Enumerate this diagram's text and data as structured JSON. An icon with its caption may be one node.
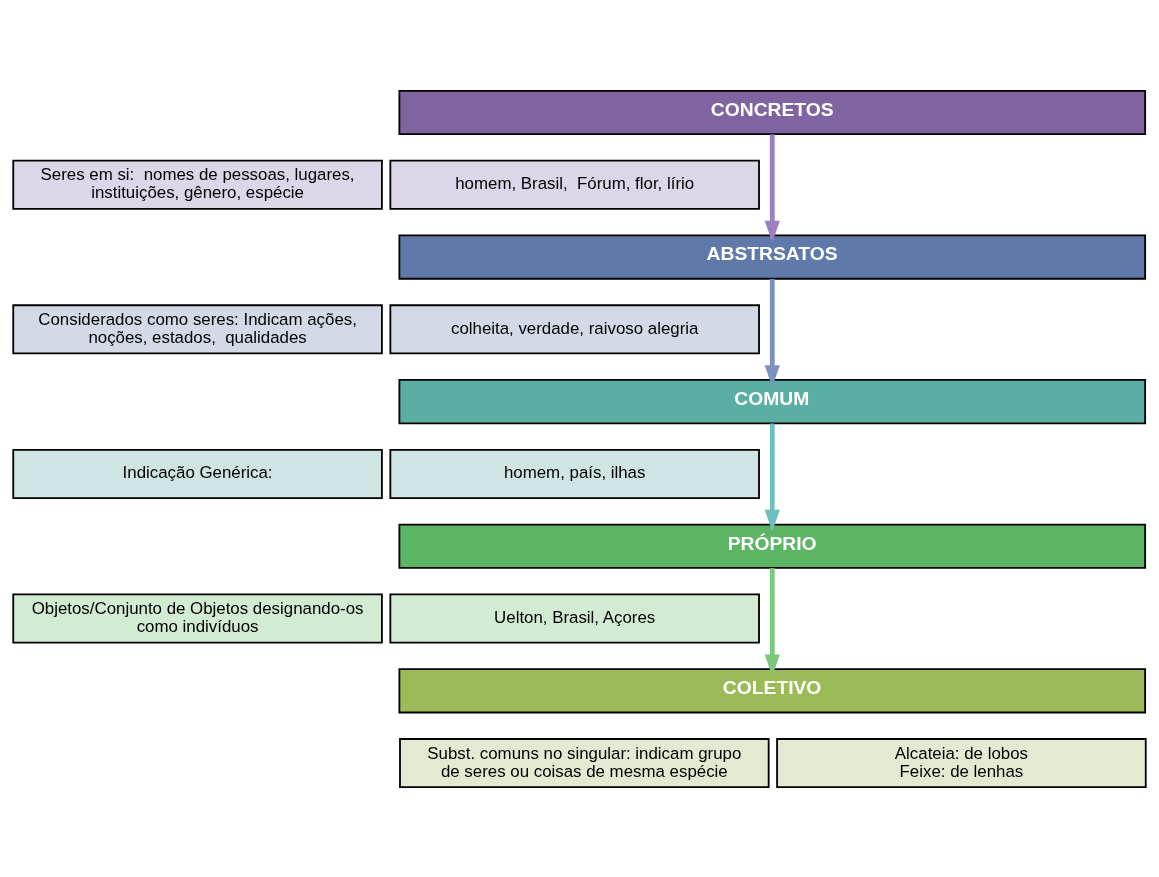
{
  "diagram": {
    "nodes": [
      {
        "text": [
          "CONCRETOS"
        ]
      },
      {
        "text": [
          "Seres em si:  nomes de pessoas, lugares, instituições, gênero, espécie"
        ]
      },
      {
        "text": [
          "homem, Brasil,  Fórum, flor, lírio"
        ]
      },
      {
        "text": [
          "ABSTRSATOS"
        ]
      },
      {
        "text": [
          "Considerados como seres: Indicam ações, noções, estados,  qualidades"
        ]
      },
      {
        "text": [
          "colheita, verdade, raivoso alegria"
        ]
      },
      {
        "text": [
          "COMUM"
        ]
      },
      {
        "text": [
          "Indicação Genérica:"
        ]
      },
      {
        "text": [
          "homem, país, ilhas"
        ]
      },
      {
        "text": [
          "PRÓPRIO"
        ]
      },
      {
        "text": [
          "Objetos/Conjunto de Objetos designando-os como indivíduos"
        ]
      },
      {
        "text": [
          "Uelton, Brasil, Açores"
        ]
      },
      {
        "text": [
          "COLETIVO"
        ]
      },
      {
        "text": [
          "Subst. comuns no singular: indicam grupo de seres ou coisas de mesma espécie"
        ]
      },
      {
        "text": [
          "Alcateia: de lobos",
          "Feixe: de lenhas"
        ]
      }
    ],
    "edges": [
      {
        "from": 0,
        "to": 3,
        "arrow": "to",
        "color": "#9b7fc0"
      },
      {
        "from": 3,
        "to": 6,
        "arrow": "to",
        "color": "#7b92c0"
      },
      {
        "from": 6,
        "to": 9,
        "arrow": "to",
        "color": "#6cc0c0"
      },
      {
        "from": 9,
        "to": 12,
        "arrow": "to"
      }
    ]
  }
}
